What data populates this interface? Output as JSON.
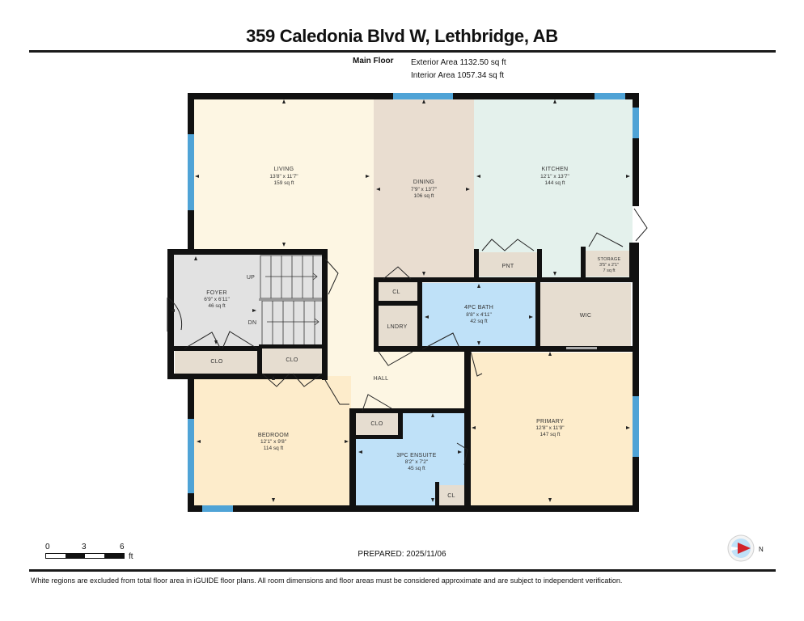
{
  "header": {
    "title": "359 Caledonia Blvd W, Lethbridge, AB",
    "floor_label": "Main Floor",
    "exterior_area": "Exterior Area 1132.50 sq ft",
    "interior_area": "Interior Area 1057.34 sq ft"
  },
  "colors": {
    "wall": "#111111",
    "window": "#4fa3d6",
    "living": "#fdf6e3",
    "dining": "#e9ddd0",
    "kitchen": "#e4f1ec",
    "foyer": "#e2e2e2",
    "closet": "#e6ddd0",
    "bath": "#bfe1f8",
    "bedroom": "#fdeccb",
    "hall": "#fdf6e3",
    "door": "#222222"
  },
  "rooms": {
    "living": {
      "name": "LIVING",
      "dims": "13'8\" x 11'7\"",
      "area": "159 sq ft"
    },
    "dining": {
      "name": "DINING",
      "dims": "7'9\" x 13'7\"",
      "area": "106 sq ft"
    },
    "kitchen": {
      "name": "KITCHEN",
      "dims": "12'1\" x 13'7\"",
      "area": "144 sq ft"
    },
    "foyer": {
      "name": "FOYER",
      "dims": "6'9\" x 6'11\"",
      "area": "46 sq ft"
    },
    "storage": {
      "name": "STORAGE",
      "dims": "3'5\" x 2'1\"",
      "area": "7 sq ft"
    },
    "bath4pc": {
      "name": "4PC BATH",
      "dims": "8'8\" x 4'11\"",
      "area": "42 sq ft"
    },
    "bedroom": {
      "name": "BEDROOM",
      "dims": "12'1\" x 9'8\"",
      "area": "114 sq ft"
    },
    "ensuite": {
      "name": "3PC ENSUITE",
      "dims": "8'2\" x 7'2\"",
      "area": "45 sq ft"
    },
    "primary": {
      "name": "PRIMARY",
      "dims": "12'8\" x 11'9\"",
      "area": "147 sq ft"
    },
    "pnt": {
      "name": "PNT"
    },
    "wic": {
      "name": "WIC"
    },
    "cl_upper": {
      "name": "CL"
    },
    "lndry": {
      "name": "LNDRY"
    },
    "clo_foyer_left": {
      "name": "CLO"
    },
    "clo_foyer_right": {
      "name": "CLO"
    },
    "clo_hall": {
      "name": "CLO"
    },
    "cl_ensuite": {
      "name": "CL"
    },
    "hall": {
      "name": "HALL"
    }
  },
  "stairs": {
    "up_label": "UP",
    "down_label": "DN"
  },
  "scale_bar": {
    "ticks": [
      "0",
      "3",
      "6"
    ],
    "unit": "ft"
  },
  "footer": {
    "prepared": "PREPARED: 2025/11/06",
    "disclaimer": "White regions are excluded from total floor area in iGUIDE floor plans. All room dimensions and floor areas must be considered approximate and are subject to independent verification.",
    "compass_label": "N"
  }
}
